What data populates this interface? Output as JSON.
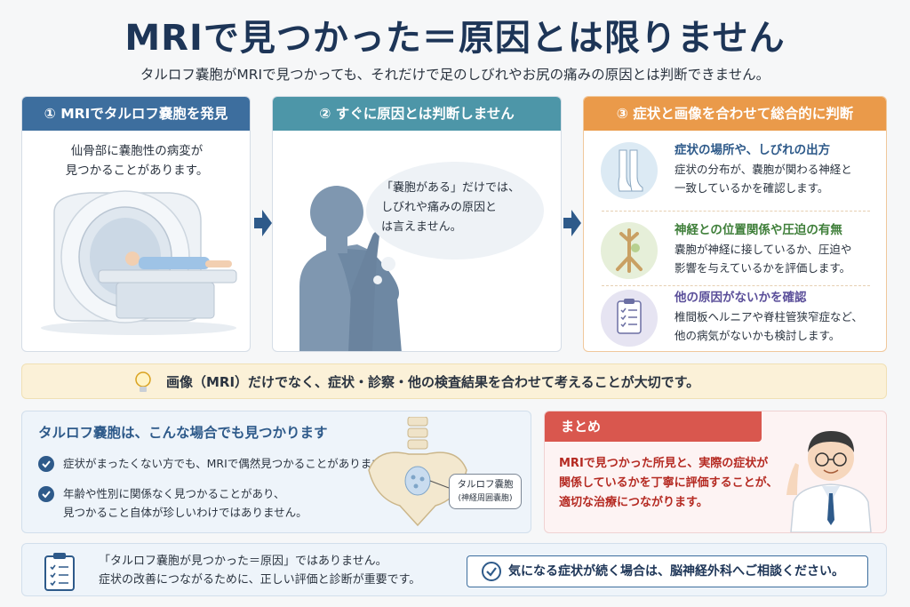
{
  "title": "MRIで見つかった＝原因とは限りません",
  "subtitle": "タルロフ嚢胞がMRIで見つかっても、それだけで足のしびれやお尻の痛みの原因とは判断できません。",
  "colors": {
    "navy": "#1d3557",
    "step1": "#3d6e9e",
    "step2": "#4d96a8",
    "step3": "#ea9a4a",
    "summary": "#d9574e"
  },
  "step1": {
    "header": "① MRIでタルロフ嚢胞を発見",
    "lines": [
      "仙骨部に嚢胞性の病変が",
      "見つかることがあります。"
    ]
  },
  "step2": {
    "header": "② すぐに原因とは判断しません",
    "bubble_lines": [
      "「嚢胞がある」だけでは、",
      "しびれや痛みの原因と",
      "は言えません。"
    ]
  },
  "step3": {
    "header": "③ 症状と画像を合わせて総合的に判断",
    "items": [
      {
        "icon": "legs-icon",
        "heading": "症状の場所や、しびれの出方",
        "lines": [
          "症状の分布が、嚢胞が関わる神経と",
          "一致しているかを確認します。"
        ]
      },
      {
        "icon": "nerve-icon",
        "heading": "神経との位置関係や圧迫の有無",
        "lines": [
          "嚢胞が神経に接しているか、圧迫や",
          "影響を与えているかを評価します。"
        ]
      },
      {
        "icon": "checklist-icon",
        "heading": "他の原因がないかを確認",
        "lines": [
          "椎間板ヘルニアや脊柱管狭窄症など、",
          "他の病気がないかも検討します。"
        ]
      }
    ]
  },
  "banner": "画像（MRI）だけでなく、症状・診察・他の検査結果を合わせて考えることが大切です。",
  "found": {
    "heading": "タルロフ嚢胞は、こんな場合でも見つかります",
    "items": [
      {
        "lines": [
          "症状がまったくない方でも、MRIで偶然見つかることがあります。"
        ]
      },
      {
        "lines": [
          "年齢や性別に関係なく見つかることがあり、",
          "見つかること自体が珍しいわけではありません。"
        ]
      }
    ],
    "label_main": "タルロフ嚢胞",
    "label_sub": "(神経周囲嚢胞)"
  },
  "summary": {
    "tab": "まとめ",
    "lines": [
      "MRIで見つかった所見と、実際の症状が",
      "関係しているかを丁寧に評価することが、",
      "適切な治療につながります。"
    ]
  },
  "footer": {
    "lines": [
      "「タルロフ嚢胞が見つかった＝原因」ではありません。",
      "症状の改善につながるために、正しい評価と診断が重要です。"
    ],
    "pill": "気になる症状が続く場合は、脳神経外科へご相談ください。"
  }
}
